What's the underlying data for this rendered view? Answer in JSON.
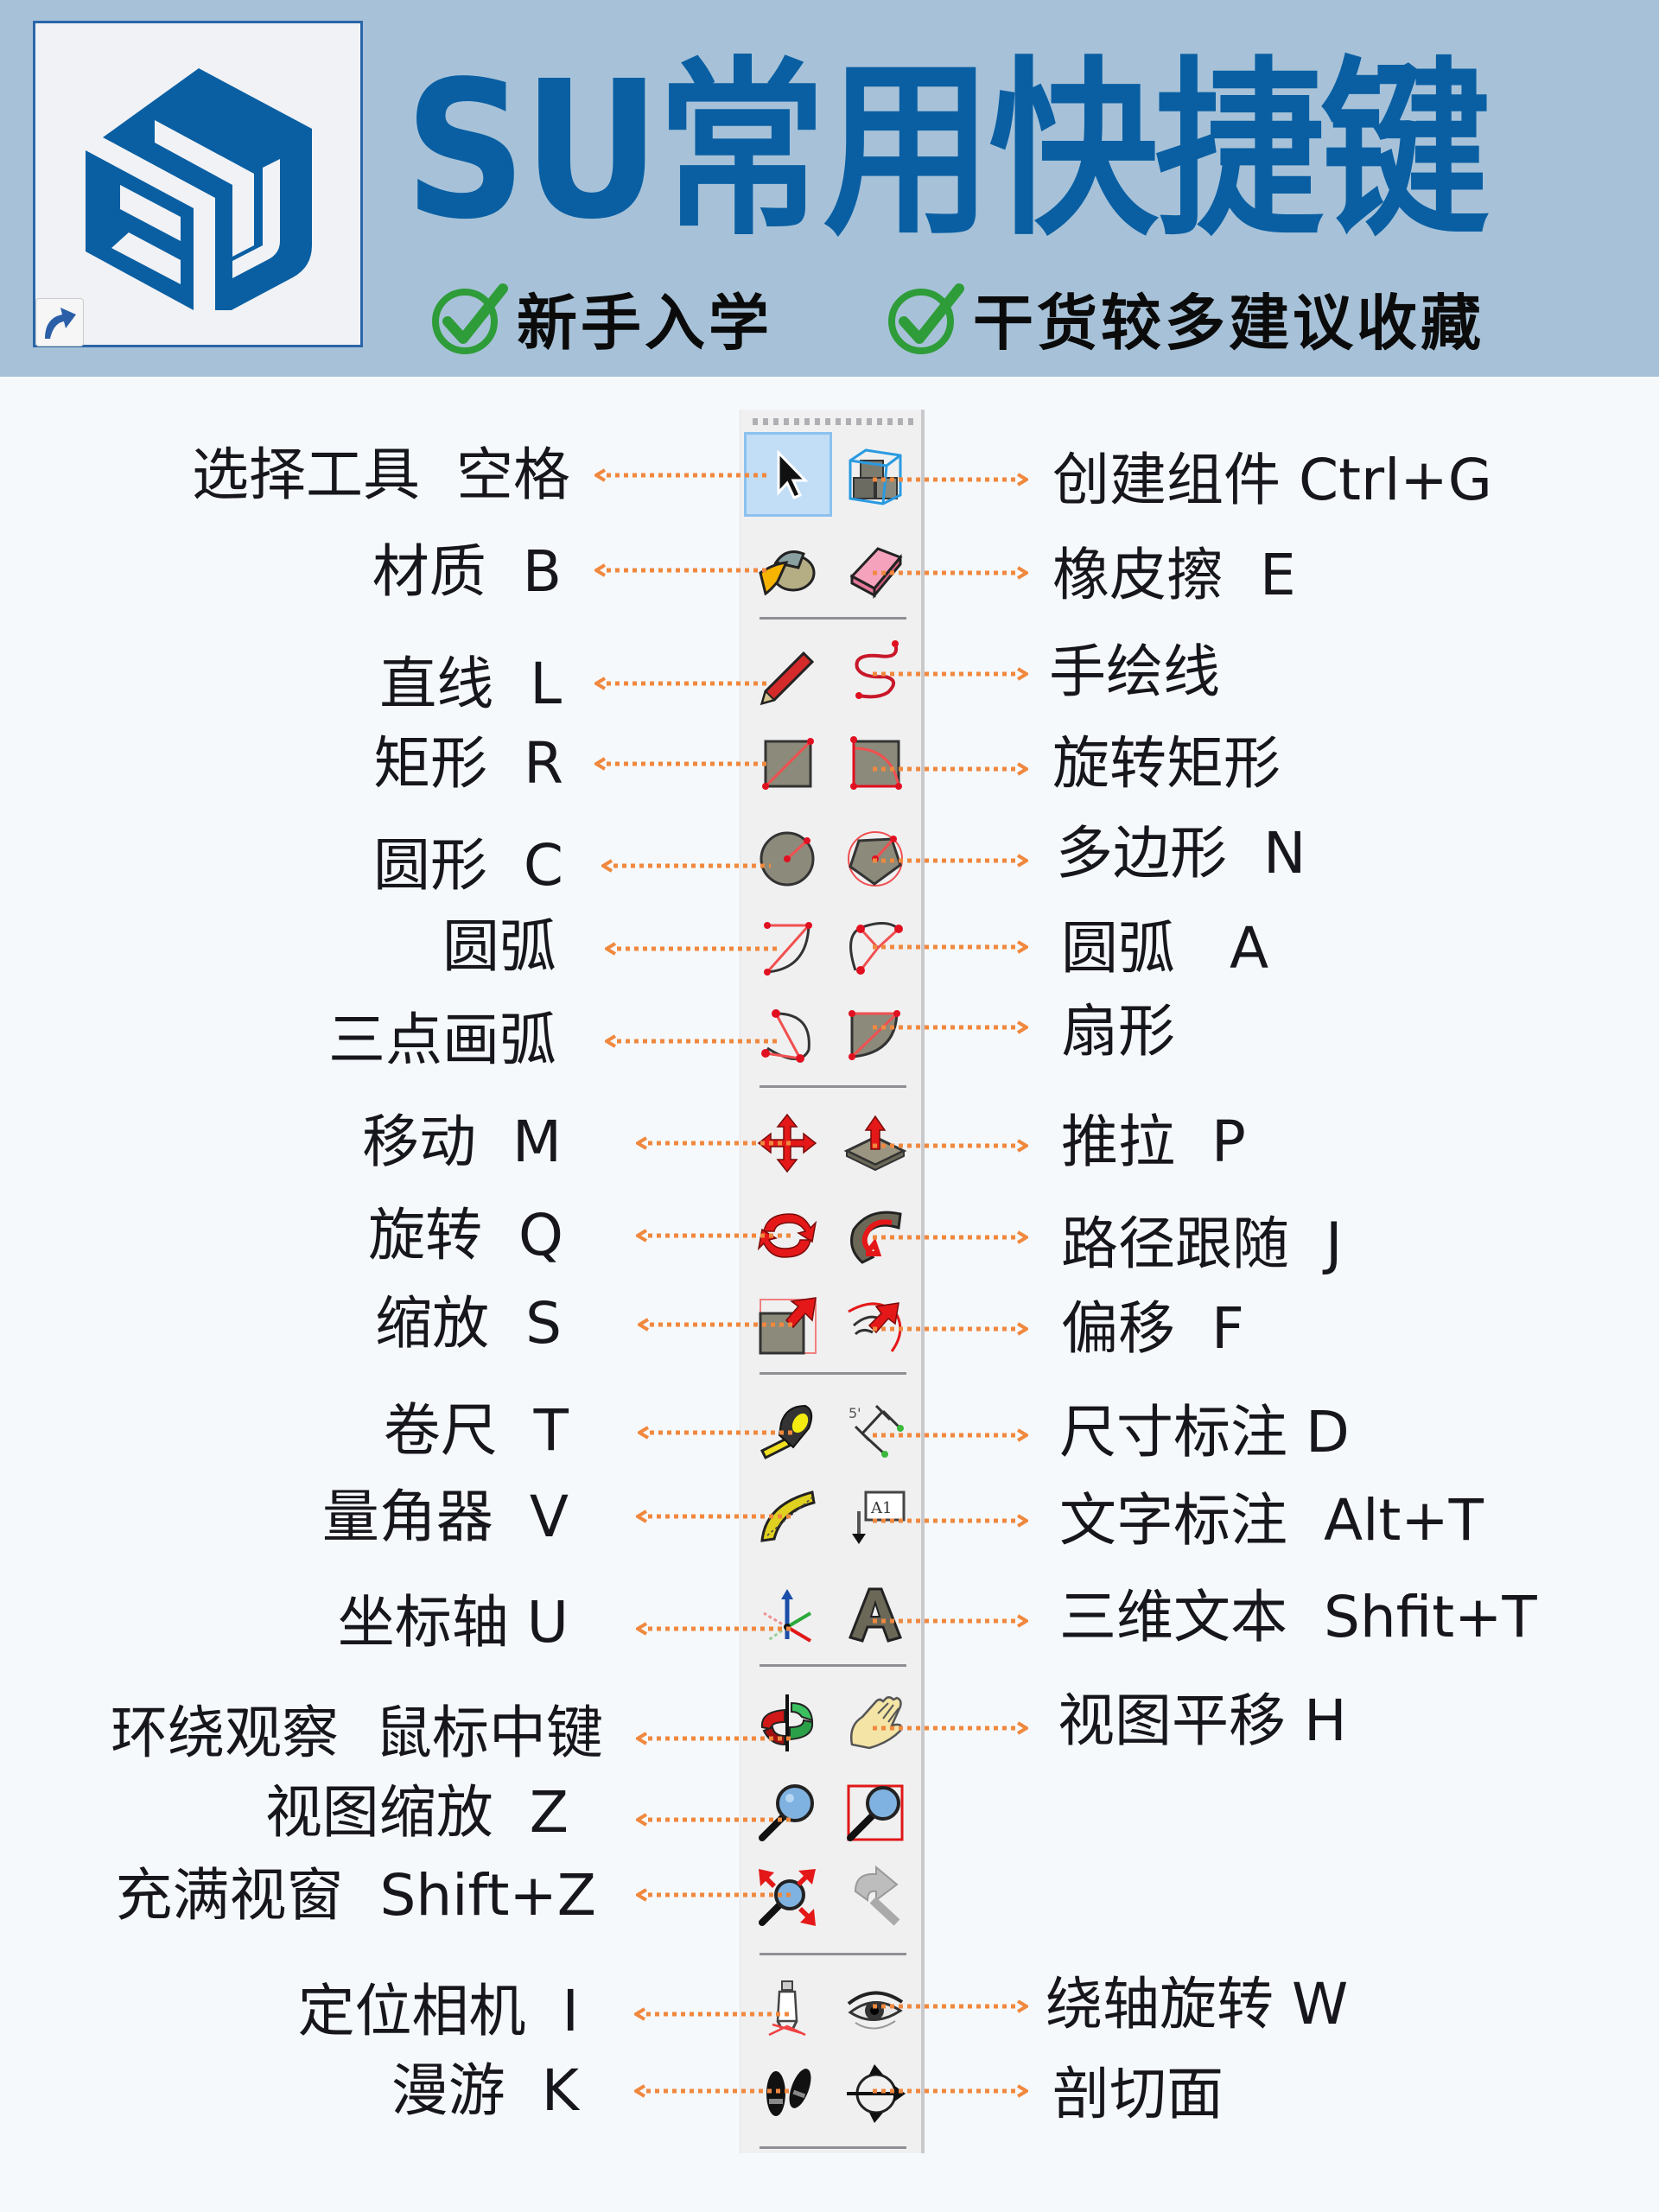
{
  "header": {
    "title": "SU常用快捷键",
    "subtitles": [
      "新手入学",
      "干货较多建议收藏"
    ],
    "logo_icon": "sketchup-logo-icon",
    "shortcut_badge_icon": "shortcut-arrow-icon",
    "check_icon": "green-check-circle-icon"
  },
  "colors": {
    "header_bg": "#a7c2d8",
    "brand_blue": "#0a5fa3",
    "check_green": "#2f9c3a",
    "arrow_orange": "#f0883e",
    "page_bg": "#f6f9fc",
    "toolbar_bg": "#f0f0f1"
  },
  "shortcuts": {
    "left": [
      {
        "label": "选择工具  空格",
        "icon": "select-arrow-icon"
      },
      {
        "label": "材质  B",
        "icon": "paint-bucket-icon"
      },
      {
        "label": "直线  L",
        "icon": "pencil-line-icon"
      },
      {
        "label": "矩形  R",
        "icon": "rectangle-icon"
      },
      {
        "label": "圆形  C",
        "icon": "circle-icon"
      },
      {
        "label": "圆弧",
        "icon": "arc-icon"
      },
      {
        "label": "三点画弧",
        "icon": "three-point-arc-icon"
      },
      {
        "label": "移动  M",
        "icon": "move-icon"
      },
      {
        "label": "旋转  Q",
        "icon": "rotate-icon"
      },
      {
        "label": "缩放  S",
        "icon": "scale-icon"
      },
      {
        "label": "卷尺  T",
        "icon": "tape-measure-icon"
      },
      {
        "label": "量角器  V",
        "icon": "protractor-icon"
      },
      {
        "label": "坐标轴 U",
        "icon": "axes-icon"
      },
      {
        "label": "环绕观察  鼠标中键",
        "icon": "orbit-icon"
      },
      {
        "label": "视图缩放  Z",
        "icon": "zoom-icon"
      },
      {
        "label": "充满视窗  Shift+Z",
        "icon": "zoom-extents-icon"
      },
      {
        "label": "定位相机  I",
        "icon": "position-camera-icon"
      },
      {
        "label": "漫游  K",
        "icon": "walk-footprints-icon"
      }
    ],
    "right": [
      {
        "label": "创建组件 Ctrl+G",
        "icon": "make-component-icon"
      },
      {
        "label": "橡皮擦  E",
        "icon": "eraser-icon"
      },
      {
        "label": "手绘线",
        "icon": "freehand-icon"
      },
      {
        "label": "旋转矩形",
        "icon": "rotated-rectangle-icon"
      },
      {
        "label": "多边形  N",
        "icon": "polygon-icon"
      },
      {
        "label": "圆弧   A",
        "icon": "two-point-arc-icon"
      },
      {
        "label": "扇形",
        "icon": "pie-icon"
      },
      {
        "label": "推拉  P",
        "icon": "push-pull-icon"
      },
      {
        "label": "路径跟随  J",
        "icon": "follow-me-icon"
      },
      {
        "label": "偏移  F",
        "icon": "offset-icon"
      },
      {
        "label": "尺寸标注 D",
        "icon": "dimension-icon"
      },
      {
        "label": "文字标注  Alt+T",
        "icon": "text-label-icon"
      },
      {
        "label": "三维文本  Shfit+T",
        "icon": "3d-text-icon"
      },
      {
        "label": "视图平移 H",
        "icon": "pan-hand-icon"
      },
      {
        "label": "绕轴旋转 W",
        "icon": "look-around-eye-icon"
      },
      {
        "label": "剖切面",
        "icon": "section-plane-icon"
      }
    ],
    "toolbar_extra_icons": [
      "zoom-window-icon",
      "previous-view-icon"
    ]
  }
}
